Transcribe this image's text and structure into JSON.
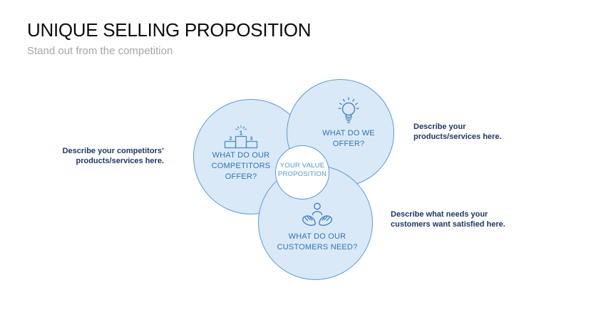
{
  "slide": {
    "title": "UNIQUE SELLING PROPOSITION",
    "subtitle": "Stand out from the competition"
  },
  "colors": {
    "circle_fill": "#dae9f7",
    "circle_stroke": "#5b9bd5",
    "circle_label_text": "#2e75b6",
    "center_label_text": "#4f97d0",
    "annotation_text": "#1f3864",
    "title_text": "#0d0d0d",
    "subtitle_text": "#a6a6a6"
  },
  "diagram": {
    "circles": [
      {
        "id": "competitors",
        "icon": "podium-icon",
        "lines": [
          "WHAT DO OUR",
          "COMPETITORS",
          "OFFER?"
        ]
      },
      {
        "id": "offer",
        "icon": "lightbulb-icon",
        "lines": [
          "WHAT DO WE",
          "OFFER?"
        ]
      },
      {
        "id": "customers",
        "icon": "customer-care-icon",
        "lines": [
          "WHAT DO OUR",
          "CUSTOMERS NEED?"
        ]
      }
    ],
    "center": {
      "lines": [
        "YOUR VALUE",
        "PROPOSITION"
      ]
    },
    "podium_ranks": {
      "first": "1",
      "second": "2",
      "third": "3"
    }
  },
  "annotations": {
    "competitors": {
      "lines": [
        "Describe your competitors’",
        "products/services here."
      ]
    },
    "offer": {
      "lines": [
        "Describe your",
        "products/services here."
      ]
    },
    "customers": {
      "lines": [
        "Describe what needs your",
        "customers want satisfied here."
      ]
    }
  }
}
